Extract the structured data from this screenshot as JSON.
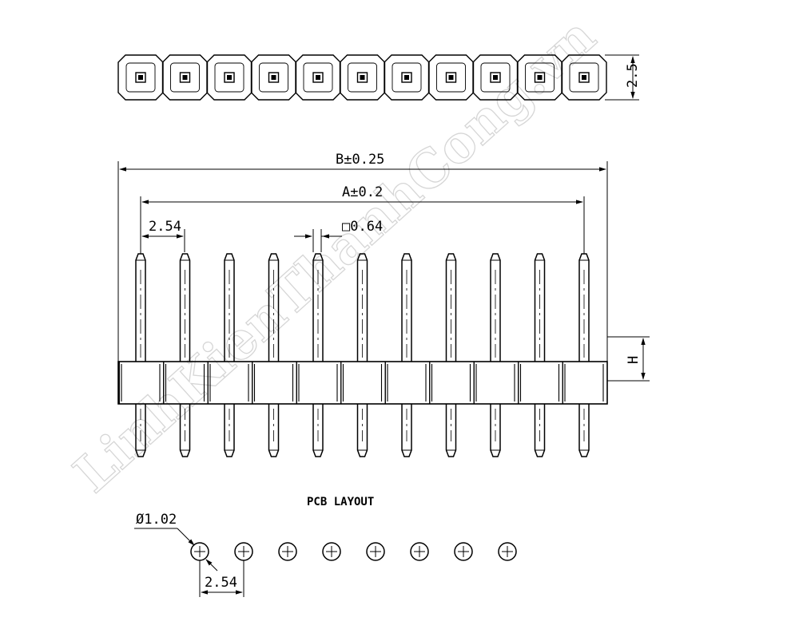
{
  "diagram": {
    "pin_count": 11,
    "pcb_hole_count": 8,
    "dimensions": {
      "pitch_top": "2.54",
      "overall": "B±0.25",
      "span": "A±0.2",
      "pin_square": "□0.64",
      "height_side": "H",
      "housing_height": "2.5",
      "pcb_hole_diameter": "Ø1.02",
      "pcb_pitch": "2.54"
    },
    "labels": {
      "pcb_layout": "PCB LAYOUT",
      "watermark": "LinhKienThanhCong.vn"
    },
    "colors": {
      "line": "#000000",
      "watermark": "#d6d6d6"
    }
  }
}
